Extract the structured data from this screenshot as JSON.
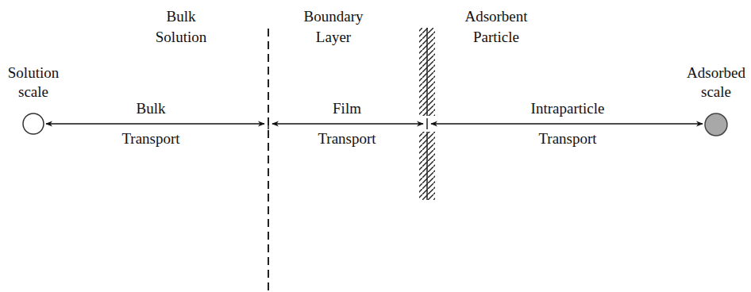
{
  "diagram": {
    "nodes": [
      {
        "text": [
          "Solution scale"
        ]
      },
      {
        "text": [
          "Adsorbed scale"
        ]
      }
    ],
    "labels": [
      "Bulk Solution",
      "Boundary Layer",
      "Adsorbent Particle",
      "Bulk Transport",
      "Film Transport",
      "Intraparticle Transport"
    ]
  }
}
